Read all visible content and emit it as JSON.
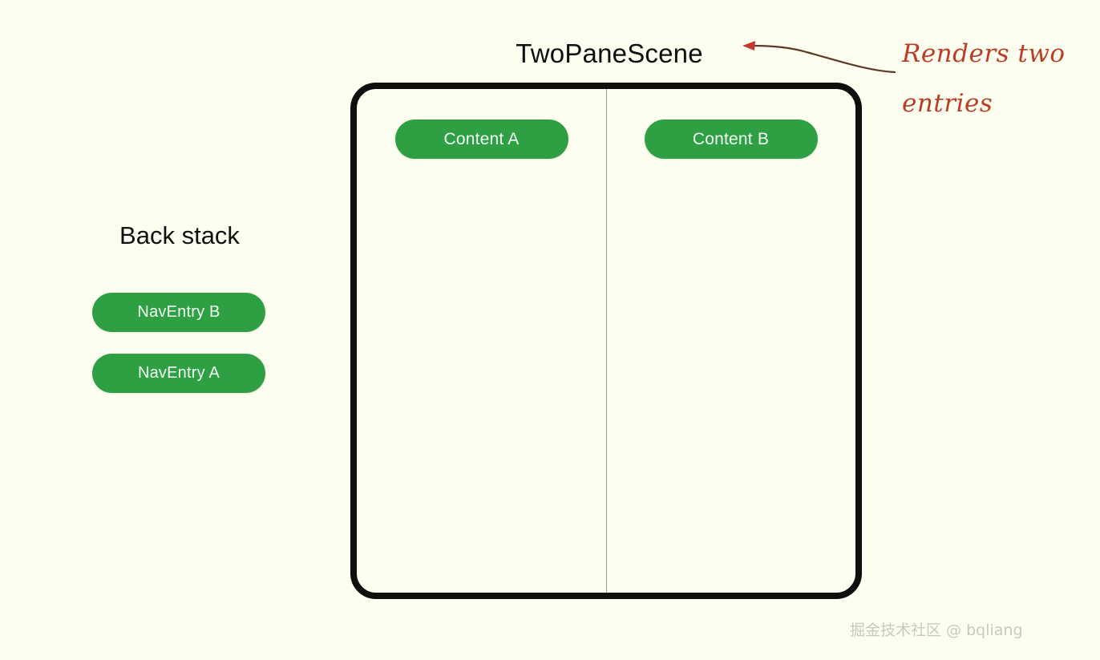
{
  "scene": {
    "title": "TwoPaneScene",
    "panes": [
      {
        "label": "Content A"
      },
      {
        "label": "Content B"
      }
    ]
  },
  "back_stack": {
    "title": "Back stack",
    "entries": [
      {
        "label": "NavEntry B"
      },
      {
        "label": "NavEntry A"
      }
    ]
  },
  "annotation": {
    "line1": "Renders two",
    "line2": "entries",
    "color": "#bb3d26",
    "arrow_icon": "curved-arrow-left-icon"
  },
  "colors": {
    "background": "#fdfdf0",
    "pill_green": "#2ea043",
    "pill_text": "#f2fff4",
    "frame_border": "#100f0d",
    "divider": "#9a9a92",
    "annotation_red": "#bb3d26",
    "watermark": "#c9c9bc"
  },
  "watermark": {
    "text": "掘金技术社区 @ bqliang"
  }
}
